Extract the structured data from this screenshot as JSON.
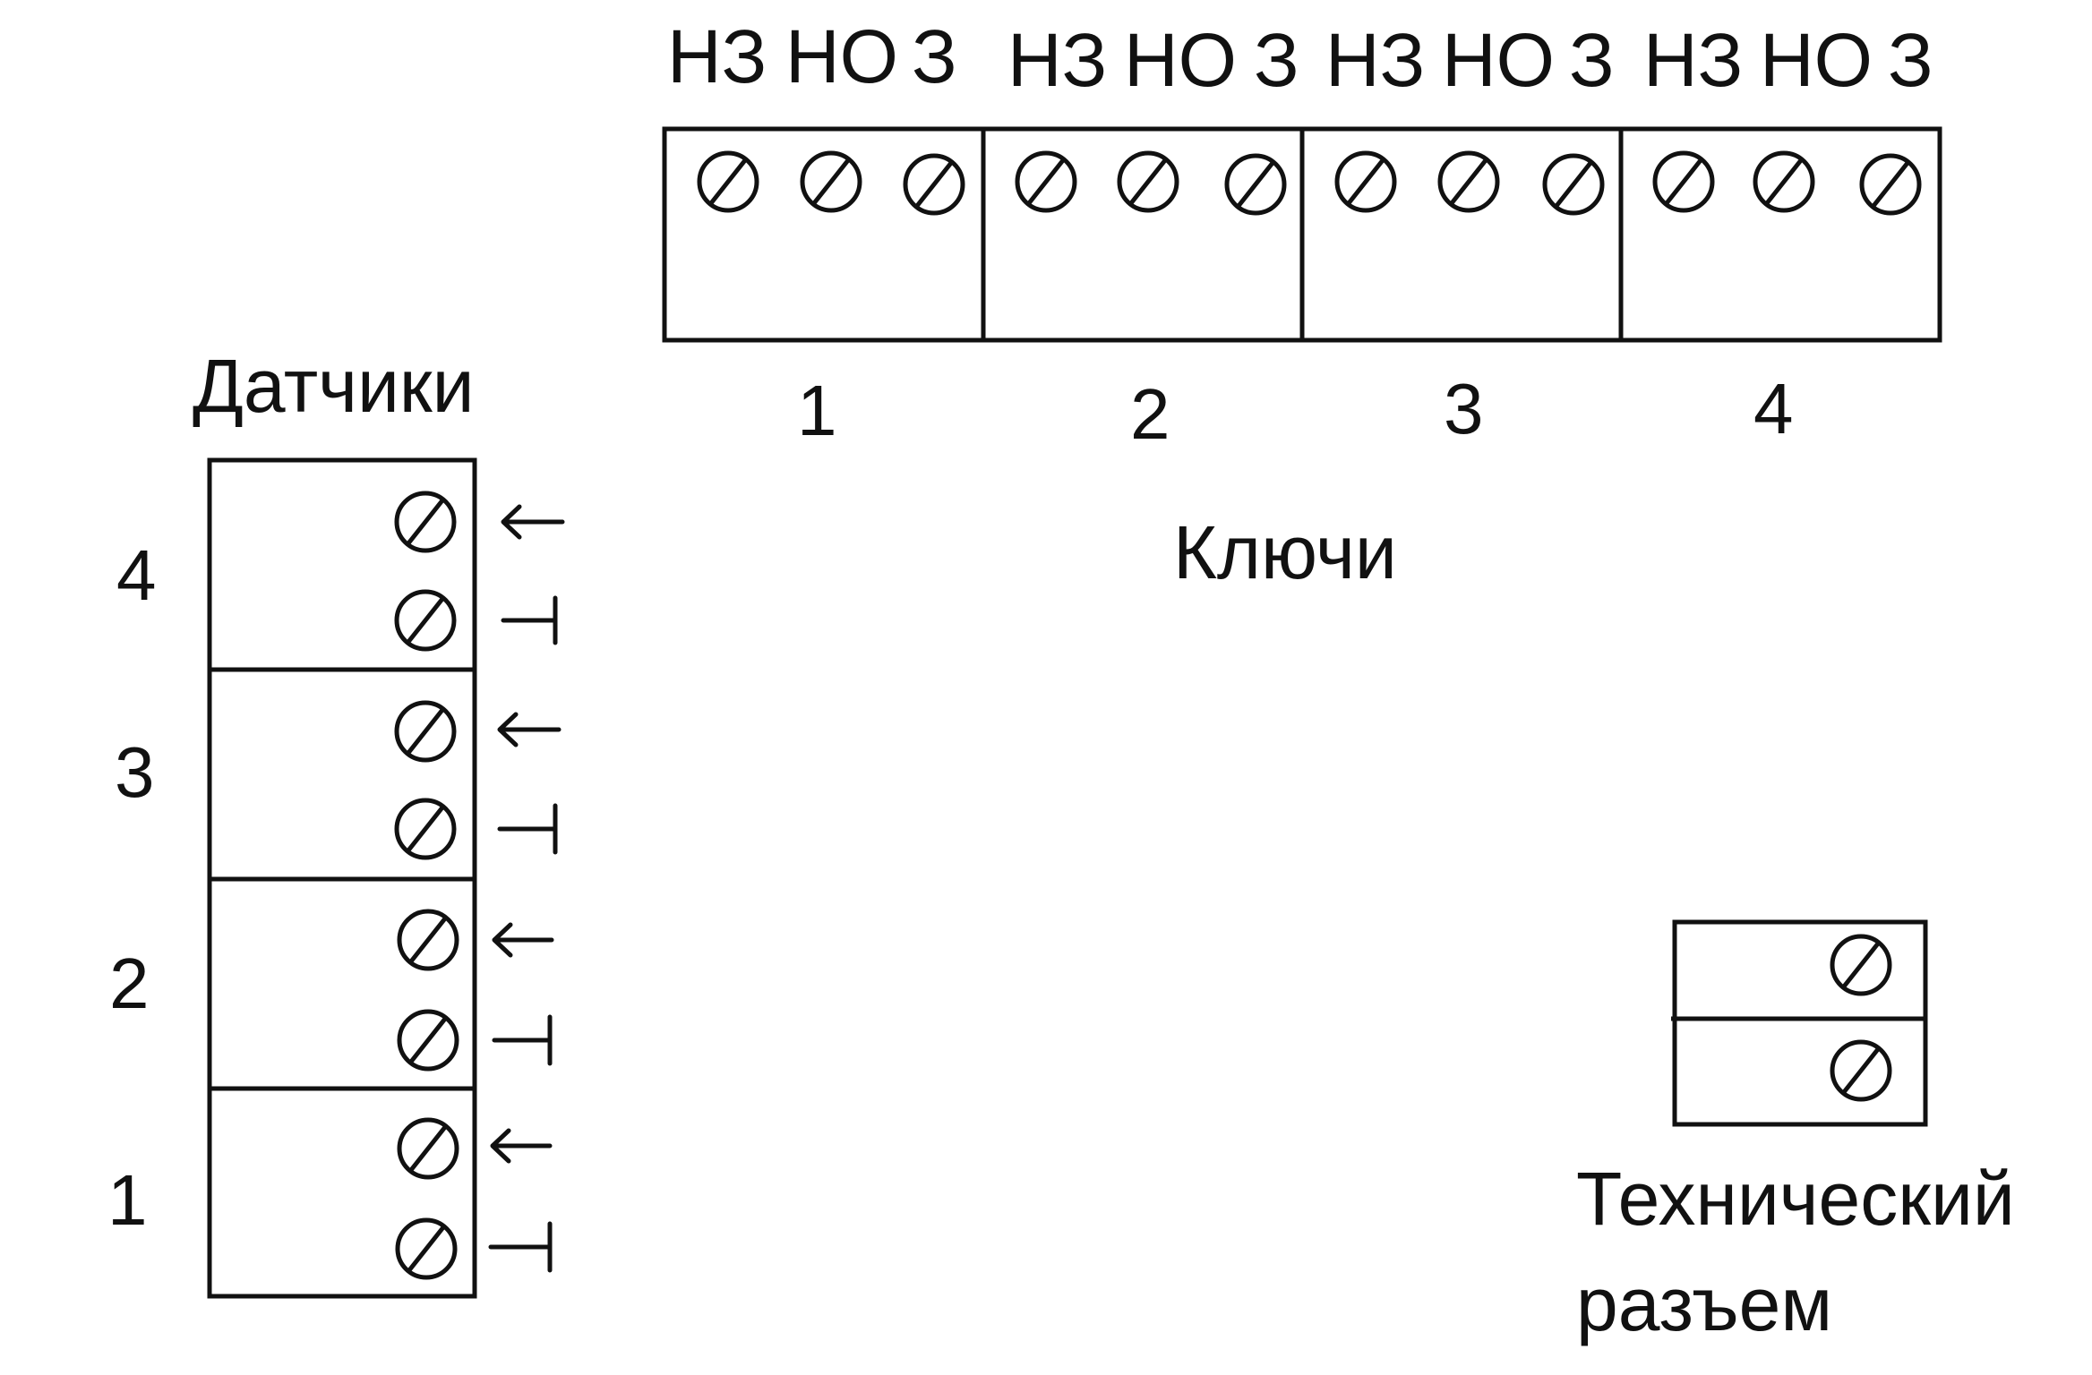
{
  "keys": {
    "title": "Ключи",
    "contact_labels": [
      "НЗ",
      "НО",
      "З"
    ],
    "groups": [
      {
        "number": "1"
      },
      {
        "number": "2"
      },
      {
        "number": "3"
      },
      {
        "number": "4"
      }
    ]
  },
  "sensors": {
    "title": "Датчики",
    "channels": [
      {
        "number": "4",
        "symbols": [
          "arrow-left-icon",
          "ground-tee-icon"
        ]
      },
      {
        "number": "3",
        "symbols": [
          "arrow-left-icon",
          "ground-tee-icon"
        ]
      },
      {
        "number": "2",
        "symbols": [
          "arrow-left-icon",
          "ground-tee-icon"
        ]
      },
      {
        "number": "1",
        "symbols": [
          "arrow-left-icon",
          "ground-tee-icon"
        ]
      }
    ]
  },
  "tech_connector": {
    "title_line1": "Технический",
    "title_line2": "разъем",
    "terminal_count": 2
  },
  "colors": {
    "line": "#111111",
    "background": "#ffffff"
  }
}
